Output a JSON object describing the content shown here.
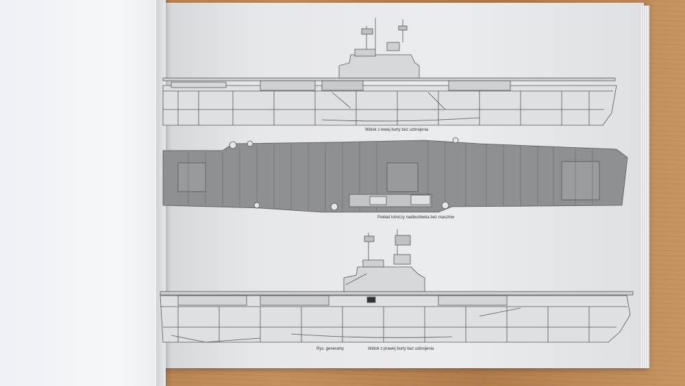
{
  "captions": {
    "left_side": "Widok z lewej burty bez uzbrojenia",
    "flight_deck": "Pokład lotniczy nadbudówka bez masztów",
    "general": "Rys. generalny",
    "right_side": "Widok z prawej burty bez uzbrojenia"
  },
  "colors": {
    "table": "#b88553",
    "paper": "#e8e9eb",
    "line": "#555555",
    "deck": "#8a8a8a"
  }
}
